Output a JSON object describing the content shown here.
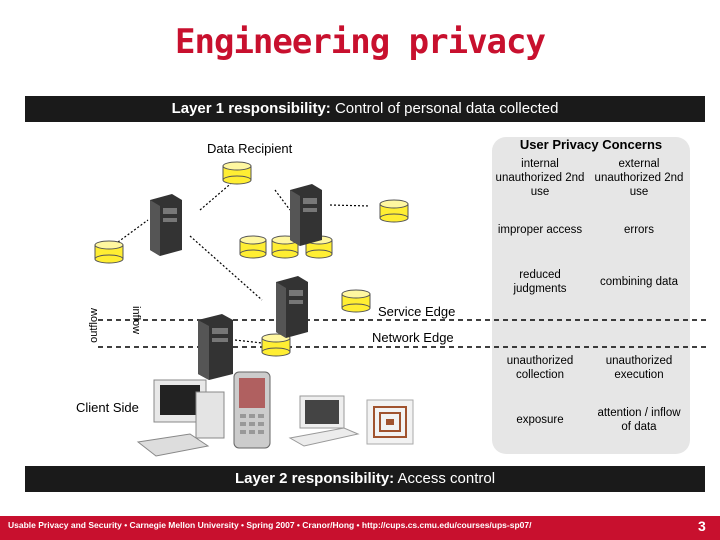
{
  "title": "Engineering privacy",
  "layer1": {
    "bold": "Layer 1 responsibility:",
    "text": " Control of personal data collected"
  },
  "layer2": {
    "bold": "Layer 2 responsibility:",
    "text": " Access control"
  },
  "data_recipient_label": "Data Recipient",
  "service_edge_label": "Service Edge",
  "network_edge_label": "Network Edge",
  "client_side_label": "Client Side",
  "outflow_label": "outflow",
  "inflow_label": "inflow",
  "concerns": {
    "title": "User Privacy Concerns",
    "cells": [
      "internal unauthorized 2nd use",
      "external unauthorized 2nd use",
      "improper access",
      "errors",
      "reduced judgments",
      "combining data",
      "unauthorized collection",
      "unauthorized execution",
      "exposure",
      "attention / inflow of data"
    ]
  },
  "footer": {
    "text": "Usable Privacy and Security • Carnegie Mellon University • Spring 2007 • Cranor/Hong • http://cups.cs.cmu.edu/courses/ups-sp07/",
    "page": "3"
  },
  "colors": {
    "title_red": "#c8102e",
    "band_dark": "#1a1a1a",
    "database_yellow": "#ffee33",
    "panel_gray": "#e6e6e6"
  }
}
